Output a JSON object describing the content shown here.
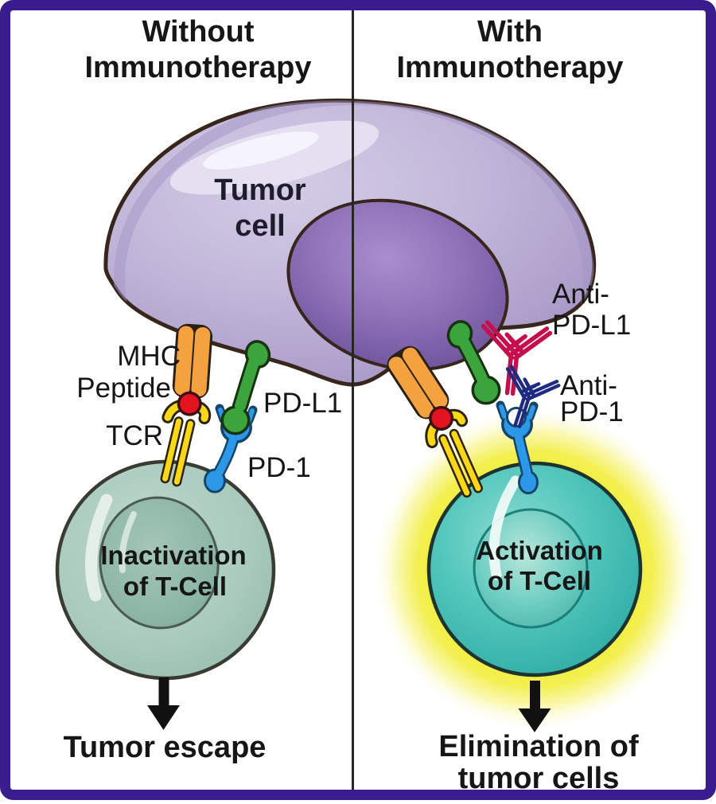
{
  "panels": {
    "left": {
      "title_line1": "Without",
      "title_line2": "Immunotherapy",
      "tcell_caption_line1": "Inactivation",
      "tcell_caption_line2": "of T-Cell",
      "outcome": "Tumor escape"
    },
    "right": {
      "title_line1": "With",
      "title_line2": "Immunotherapy",
      "tcell_caption_line1": "Activation",
      "tcell_caption_line2": "of T-Cell",
      "outcome_line1": "Elimination of",
      "outcome_line2": "tumor cells"
    }
  },
  "labels": {
    "tumor_cell_line1": "Tumor",
    "tumor_cell_line2": "cell",
    "mhc": "MHC",
    "peptide": "Peptide",
    "tcr": "TCR",
    "pd_l1": "PD-L1",
    "pd_1": "PD-1",
    "anti_pd_l1_line1": "Anti-",
    "anti_pd_l1_line2": "PD-L1",
    "anti_pd_1_line1": "Anti-",
    "anti_pd_1_line2": "PD-1"
  },
  "colors": {
    "frame_border": "#3a1c8e",
    "divider": "#262626",
    "tumor_body": "#b7aad2",
    "tumor_nucleus": "#7a5ca8",
    "tcell_inactive": "#a8c9bc",
    "tcell_active": "#3bbcb2",
    "activation_glow": "#f2ee3b",
    "mhc_orange": "#f4a240",
    "peptide_red": "#e51220",
    "tcr_yellow": "#fad717",
    "pd_l1_green": "#3ba43c",
    "pd_1_blue": "#2e98e8",
    "anti_pd_l1_crimson": "#c50f4c",
    "anti_pd_1_navy": "#1f2b80",
    "text": "#161616",
    "arrow_black": "#111111"
  }
}
